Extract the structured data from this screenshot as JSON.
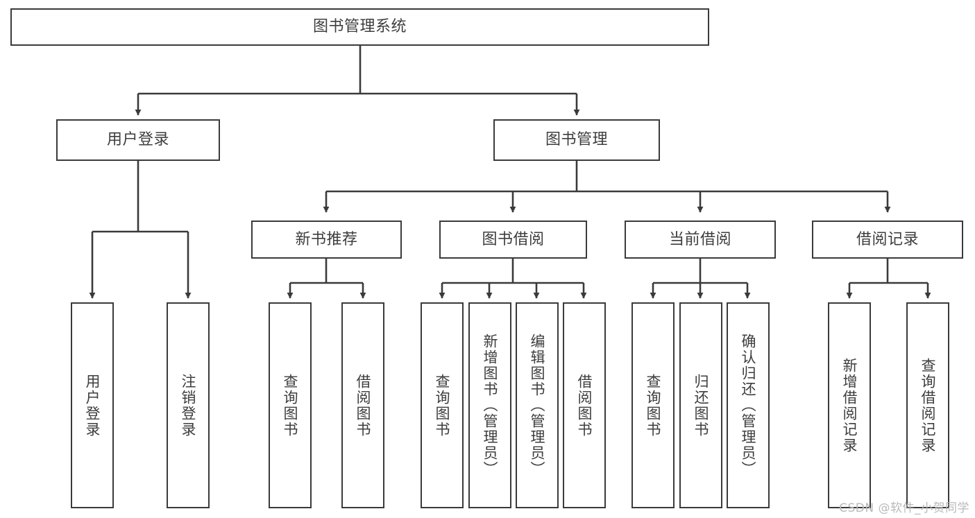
{
  "diagram": {
    "type": "tree-hierarchy",
    "title": "图书管理系统",
    "watermark": "CSDN @软件_小贺同学",
    "colors": {
      "border": "#3a3a3a",
      "text": "#3d3d3d",
      "background": "#ffffff",
      "edge": "#3a3a3a",
      "watermark": "#b9b9b9"
    },
    "nodes": {
      "root": {
        "label": "图书管理系统"
      },
      "level2": [
        {
          "id": "user-login",
          "label": "用户登录"
        },
        {
          "id": "book-management",
          "label": "图书管理"
        }
      ],
      "level3": [
        {
          "id": "new-book-recommend",
          "label": "新书推荐"
        },
        {
          "id": "book-borrow",
          "label": "图书借阅"
        },
        {
          "id": "current-borrow",
          "label": "当前借阅"
        },
        {
          "id": "borrow-record",
          "label": "借阅记录"
        }
      ],
      "leaves": {
        "user_login": [
          {
            "id": "leaf-user-login",
            "label": "用户登录"
          },
          {
            "id": "leaf-logout-login",
            "label": "注销登录"
          }
        ],
        "new_book_recommend": [
          {
            "id": "leaf-query-book-1",
            "label": "查询图书"
          },
          {
            "id": "leaf-borrow-book-1",
            "label": "借阅图书"
          }
        ],
        "book_borrow": [
          {
            "id": "leaf-query-book-2",
            "label": "查询图书"
          },
          {
            "id": "leaf-add-book",
            "label": "新增图书（管理员）"
          },
          {
            "id": "leaf-edit-book",
            "label": "编辑图书（管理员）"
          },
          {
            "id": "leaf-borrow-book-2",
            "label": "借阅图书"
          }
        ],
        "current_borrow": [
          {
            "id": "leaf-query-book-3",
            "label": "查询图书"
          },
          {
            "id": "leaf-return-book",
            "label": "归还图书"
          },
          {
            "id": "leaf-confirm-return",
            "label": "确认归还（管理员）"
          }
        ],
        "borrow_record": [
          {
            "id": "leaf-add-record",
            "label": "新增借阅记录"
          },
          {
            "id": "leaf-query-record",
            "label": "查询借阅记录"
          }
        ]
      }
    }
  }
}
